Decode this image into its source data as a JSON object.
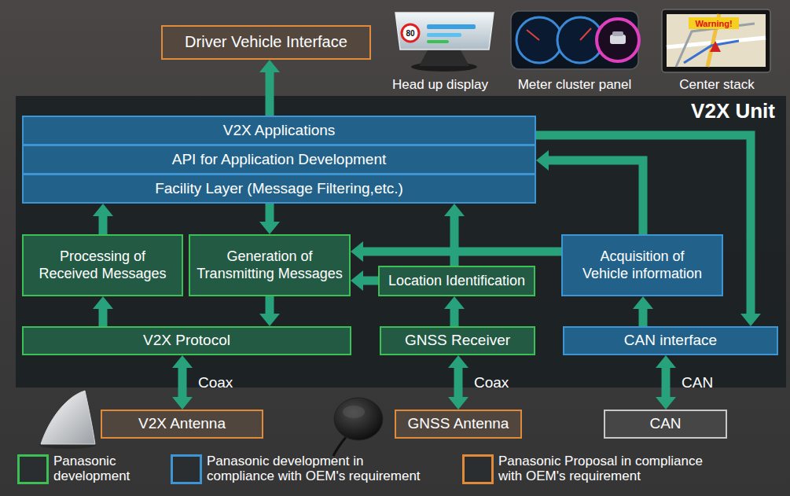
{
  "diagram": {
    "nodes": [
      {
        "text": [
          "Driver Vehicle Interface"
        ]
      },
      {
        "text": [
          "V2X Unit"
        ]
      },
      {
        "text": [
          "V2X Applications"
        ],
        "in": 1
      },
      {
        "text": [
          "API for Application Development"
        ],
        "in": 1
      },
      {
        "text": [
          "Facility Layer (Message Filtering,etc.)"
        ],
        "in": 1
      },
      {
        "text": [
          "Processing of Received Messages"
        ],
        "in": 1
      },
      {
        "text": [
          "Generation of Transmitting Messages"
        ],
        "in": 1
      },
      {
        "text": [
          "Acquisition of Vehicle information"
        ],
        "in": 1
      },
      {
        "text": [
          "Location Identification"
        ],
        "in": 1
      },
      {
        "text": [
          "V2X Protocol"
        ],
        "in": 1
      },
      {
        "text": [
          "GNSS Receiver"
        ],
        "in": 1
      },
      {
        "text": [
          "CAN interface"
        ],
        "in": 1
      },
      {
        "text": [
          "V2X Antenna"
        ]
      },
      {
        "text": [
          "GNSS Antenna"
        ]
      },
      {
        "text": [
          "CAN"
        ]
      }
    ],
    "edges": [
      {
        "from": 2,
        "to": 0,
        "arrow": "to"
      },
      {
        "from": 5,
        "to": 4,
        "arrow": "to"
      },
      {
        "from": 4,
        "to": 6,
        "arrow": "to"
      },
      {
        "from": 9,
        "to": 5,
        "arrow": "to"
      },
      {
        "from": 6,
        "to": 9,
        "arrow": "to"
      },
      {
        "from": 8,
        "to": 4,
        "arrow": "to"
      },
      {
        "from": 8,
        "to": 6,
        "arrow": "to"
      },
      {
        "from": 7,
        "to": 6,
        "arrow": "to"
      },
      {
        "from": 7,
        "to": 3,
        "arrow": "to"
      },
      {
        "from": 2,
        "to": 11,
        "arrow": "to"
      },
      {
        "from": 11,
        "to": 7,
        "arrow": "to"
      },
      {
        "from": 10,
        "to": 8,
        "arrow": "to"
      },
      {
        "from": 9,
        "to": 12,
        "label": "Coax",
        "arrow": "both"
      },
      {
        "from": 10,
        "to": 13,
        "label": "Coax",
        "arrow": "both"
      },
      {
        "from": 11,
        "to": 14,
        "label": "CAN",
        "arrow": "both"
      }
    ],
    "labels": [
      "Head up display",
      "Meter cluster panel",
      "Center stack",
      "80",
      "Warning!"
    ],
    "legend": [
      {
        "text": "Panasonic development",
        "color": "#3cbf55"
      },
      {
        "text": "Panasonic development in compliance with OEM's requirement",
        "color": "#3d95d4"
      },
      {
        "text": "Panasonic Proposal in compliance with OEM's requirement",
        "color": "#e08a3a"
      }
    ]
  }
}
